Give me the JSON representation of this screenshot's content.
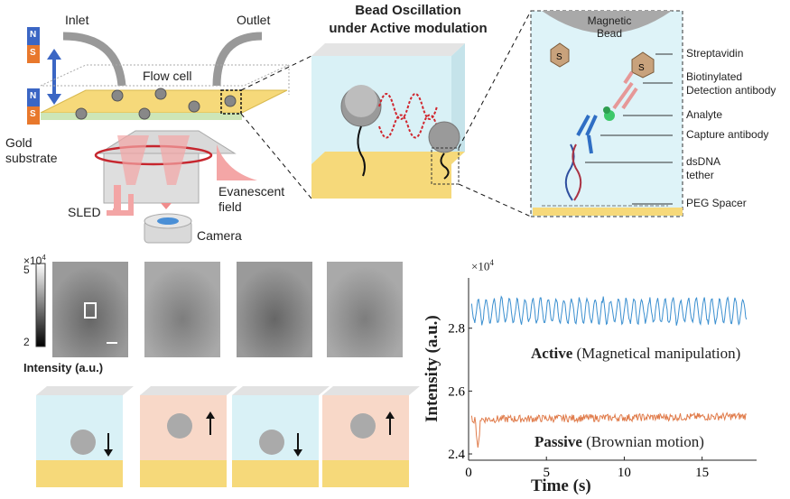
{
  "schematic": {
    "inlet": "Inlet",
    "outlet": "Outlet",
    "flow_cell": "Flow cell",
    "gold_substrate": "Gold\nsubstrate",
    "evanescent_field": "Evanescent\nfield",
    "sled": "SLED",
    "camera": "Camera",
    "magnet_n": "N",
    "magnet_s": "S"
  },
  "oscillation_title": "Bead Oscillation\nunder Active modulation",
  "zoom": {
    "magnetic_bead": "Magnetic\nBead",
    "streptavidin": "Streptavidin",
    "biotinylated": "Biotinylated\nDetection antibody",
    "analyte": "Analyte",
    "capture_antibody": "Capture antibody",
    "dsdna": "dsDNA\ntether",
    "peg": "PEG Spacer",
    "s_marker": "S"
  },
  "intensity_scale": {
    "exponent_base": "×10",
    "exponent_power": "4",
    "max": "5",
    "min": "2",
    "label": "Intensity (a.u.)"
  },
  "chart_data": {
    "type": "line",
    "xlabel": "Time (s)",
    "ylabel": "Intensity (a.u.)",
    "y_multiplier_base": "×10",
    "y_multiplier_power": "4",
    "xlim": [
      0,
      18.5
    ],
    "ylim": [
      2.38,
      2.96
    ],
    "x_ticks": [
      0,
      5,
      10,
      15
    ],
    "x_tick_labels": [
      "0",
      "5",
      "10",
      "15"
    ],
    "y_ticks": [
      2.4,
      2.6,
      2.8
    ],
    "y_tick_labels": [
      "2.4",
      "2.6",
      "2.8"
    ],
    "series": [
      {
        "name_bold": "Active",
        "name_rest": "(Magnetical manipulation)",
        "color": "#3a8fd0",
        "x_range": [
          0.2,
          17.9
        ],
        "mean": 2.855,
        "amplitude": 0.045,
        "period_s": 0.5
      },
      {
        "name_bold": "Passive",
        "name_rest": "(Brownian motion)",
        "color": "#e07b4a",
        "x_range": [
          0.2,
          17.9
        ],
        "mean": 2.51,
        "noise": 0.012,
        "dip_x": 0.6,
        "dip_y": 2.42
      }
    ]
  }
}
